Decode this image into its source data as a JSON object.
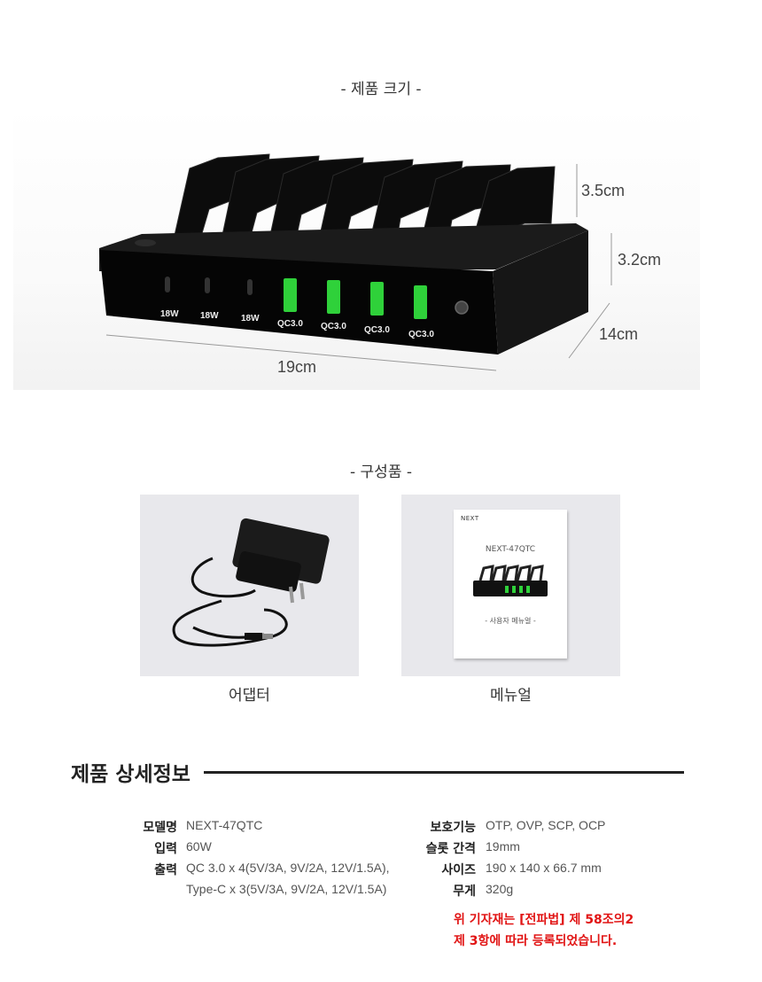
{
  "sections": {
    "size_title": "- 제품 크기 -",
    "components_title": "- 구성품 -",
    "detail_title": "제품 상세정보"
  },
  "dimensions": {
    "slot_height": "3.5cm",
    "body_height": "3.2cm",
    "depth": "14cm",
    "width": "19cm"
  },
  "ports": [
    "18W",
    "18W",
    "18W",
    "QC3.0",
    "QC3.0",
    "QC3.0",
    "QC3.0"
  ],
  "components": {
    "adapter": {
      "caption": "어댑터"
    },
    "manual": {
      "caption": "메뉴얼",
      "brand": "NEXT",
      "model": "NEXT-47QTC",
      "subtitle": "- 사용자 메뉴얼 -"
    }
  },
  "specs_left": [
    {
      "label": "모델명",
      "value": "NEXT-47QTC"
    },
    {
      "label": "입력",
      "value": "60W"
    },
    {
      "label": "출력",
      "value": "QC 3.0 x 4(5V/3A, 9V/2A, 12V/1.5A),",
      "value2": "Type-C x 3(5V/3A, 9V/2A, 12V/1.5A)"
    }
  ],
  "specs_right": [
    {
      "label": "보호기능",
      "value": "OTP, OVP, SCP, OCP"
    },
    {
      "label": "슬롯 간격",
      "value": "19mm"
    },
    {
      "label": "사이즈",
      "value": "190 x 140 x 66.7 mm"
    },
    {
      "label": "무게",
      "value": "320g"
    }
  ],
  "notice": {
    "line1": "위 기자재는 [전파법] 제 58조의2",
    "line2": "제 3항에 따라 등록되었습니다."
  },
  "colors": {
    "notice": "#e11414",
    "port_green": "#2fd13a",
    "device": "#111111"
  }
}
